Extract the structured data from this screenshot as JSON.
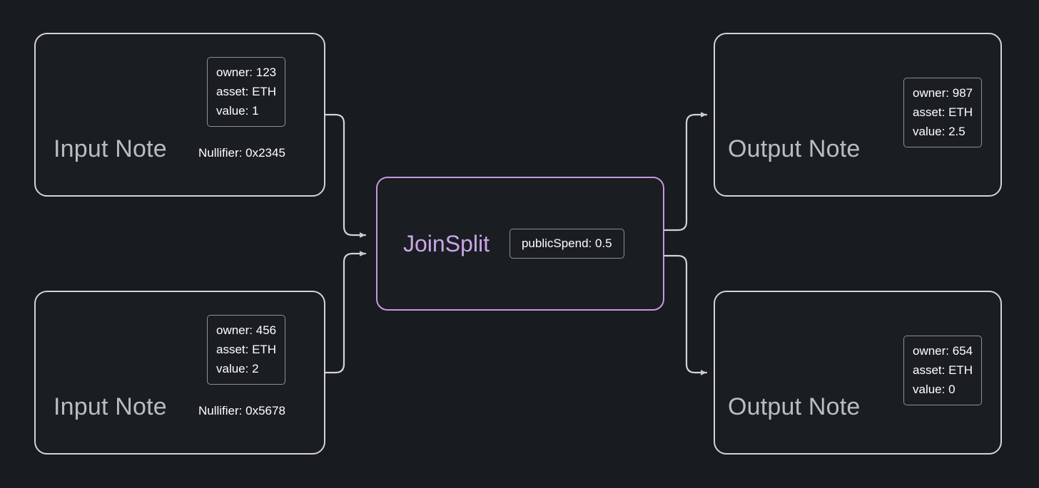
{
  "diagram": {
    "type": "flow-diagram",
    "background_color": "#181b1f",
    "node_border_color": "#d2d4d6",
    "accent_color": "#c39ae0",
    "edge_color": "#d2d4d6",
    "nodes": [
      {
        "id": "input-note-1",
        "title": "Input Note",
        "attributes": [
          "owner: 123",
          "asset: ETH",
          "value: 1"
        ],
        "footnote": "Nullifier: 0x2345"
      },
      {
        "id": "input-note-2",
        "title": "Input Note",
        "attributes": [
          "owner: 456",
          "asset: ETH",
          "value: 2"
        ],
        "footnote": "Nullifier: 0x5678"
      },
      {
        "id": "joinsplit",
        "title": "JoinSplit",
        "pill": "publicSpend: 0.5"
      },
      {
        "id": "output-note-1",
        "title": "Output Note",
        "attributes": [
          "owner: 987",
          "asset: ETH",
          "value: 2.5"
        ]
      },
      {
        "id": "output-note-2",
        "title": "Output Note",
        "attributes": [
          "owner: 654",
          "asset: ETH",
          "value: 0"
        ]
      }
    ]
  }
}
